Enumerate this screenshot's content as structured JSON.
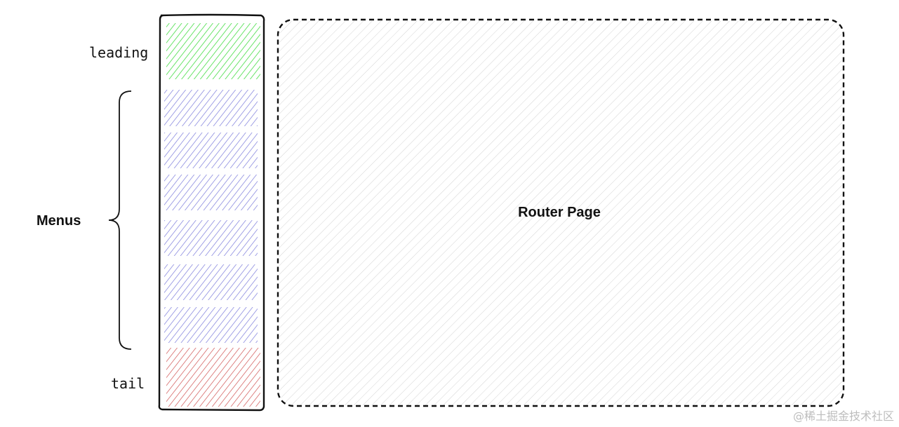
{
  "labels": {
    "leading": "leading",
    "menus": "Menus",
    "tail": "tail",
    "router_page": "Router Page"
  },
  "watermark": "@稀土掘金技术社区",
  "menu_item_count": 6,
  "colors": {
    "leading": "#44dd44",
    "menu": "#7070d8",
    "tail": "#cc4444",
    "router_hatch": "#d4d4d4",
    "outline": "#111111"
  }
}
